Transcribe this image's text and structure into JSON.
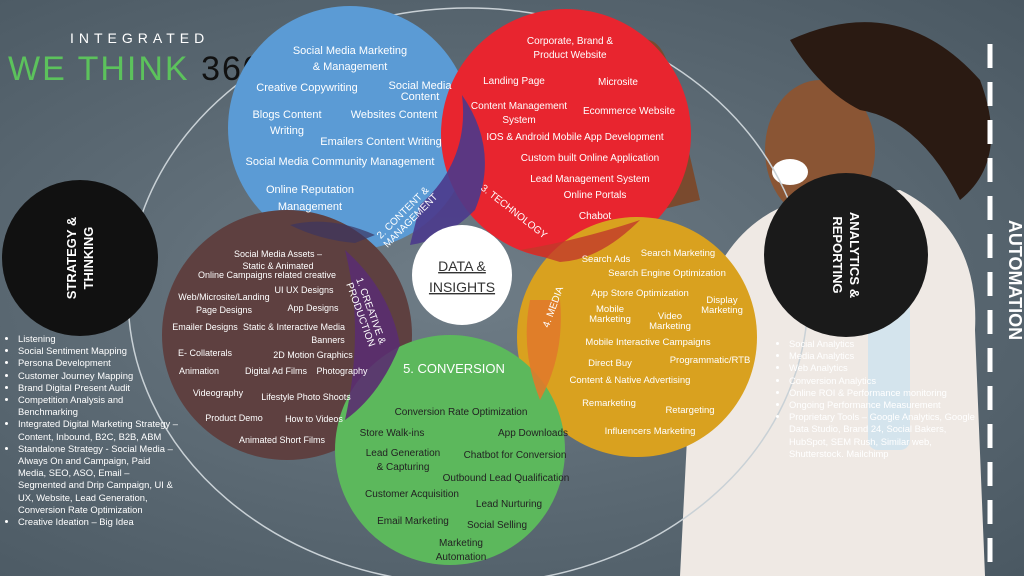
{
  "logo": {
    "top": "INTEGRATED",
    "we": "WE THINK",
    "num": "360"
  },
  "circles": {
    "content": {
      "color": "#5b9bd5",
      "items": [
        "Social Media Marketing",
        "& Management",
        "Creative Copywriting",
        "Social Media",
        "Content",
        "Blogs Content",
        "Writing",
        "Websites Content",
        "Emailers Content Writing",
        "Social Media Community Management",
        "Online Reputation",
        "Management"
      ]
    },
    "technology": {
      "color": "#e8252f",
      "items": [
        "Corporate, Brand &",
        "Product Website",
        "Landing Page",
        "Microsite",
        "Content Management",
        "System",
        "Ecommerce Website",
        "IOS & Android Mobile App Development",
        "Custom built Online Application",
        "Lead Management System",
        "Online Portals",
        "Chabot"
      ]
    },
    "creative": {
      "color": "#5e4040",
      "items": [
        "Social Media Assets –",
        "Static & Animated",
        "Online Campaigns related creative",
        "Web/Microsite/Landing",
        "Page Designs",
        "UI UX Designs",
        "App Designs",
        "Emailer Designs",
        "Static & Interactive Media",
        "Banners",
        "E- Collaterals",
        "2D Motion Graphics",
        "Animation",
        "Digital Ad Films",
        "Photography",
        "Videography",
        "Lifestyle Photo Shoots",
        "Product Demo",
        "How to Videos",
        "Animated Short Films"
      ]
    },
    "media": {
      "color": "#d9a11f",
      "items": [
        "Search Ads",
        "Search Marketing",
        "Search Engine Optimization",
        "App Store Optimization",
        "Display",
        "Marketing",
        "Mobile",
        "Marketing",
        "Video",
        "Marketing",
        "Mobile Interactive Campaigns",
        "Direct Buy",
        "Programmatic/RTB",
        "Content & Native Advertising",
        "Remarketing",
        "Retargeting",
        "Influencers Marketing"
      ]
    },
    "conversion": {
      "color": "#5cb85c",
      "items": [
        "Conversion Rate Optimization",
        "Store Walk-ins",
        "App Downloads",
        "Lead Generation",
        "& Capturing",
        "Chatbot for Conversion",
        "Outbound Lead Qualification",
        "Customer Acquisition",
        "Lead Nurturing",
        "Email Marketing",
        "Social Selling",
        "Marketing",
        "Automation"
      ]
    }
  },
  "labels": {
    "content_mgmt": [
      "2. CONTENT &",
      "MANAGEMENT"
    ],
    "technology": "3. TECHNOLOGY",
    "creative": [
      "1. CREATIVE &",
      "PRODUCTION"
    ],
    "media": "4. MEDIA",
    "conversion": "5. CONVERSION",
    "data": [
      "DATA &",
      "INSIGHTS"
    ]
  },
  "strategy": {
    "title": [
      "STRATEGY &",
      "THINKING"
    ]
  },
  "analytics": {
    "title": [
      "ANALYTICS &",
      "REPORTING"
    ]
  },
  "automation": "AUTOMATION",
  "left_bullets": [
    "Listening",
    "Social Sentiment Mapping",
    "Persona Development",
    "Customer Journey Mapping",
    "Brand Digital Present Audit",
    "Competition Analysis and Benchmarking",
    "Integrated Digital Marketing Strategy – Content, Inbound, B2C, B2B, ABM",
    "Standalone Strategy - Social Media – Always On and Campaign, Paid Media, SEO, ASO, Email – Segmented and Drip Campaign, UI & UX, Website, Lead Generation, Conversion Rate Optimization",
    "Creative Ideation – Big Idea"
  ],
  "right_bullets": [
    "Social Analytics",
    "Media Analytics",
    "Web Analytics",
    "Conversion Analytics",
    "Online ROI & Performance monitoring",
    "Ongoing Performance Measurement",
    "Proprietary Tools – Google Analytics, Google Data Studio, Brand 24, Social Bakers, HubSpot, SEM Rush, Similar web, Shutterstock. Mailchimp"
  ]
}
